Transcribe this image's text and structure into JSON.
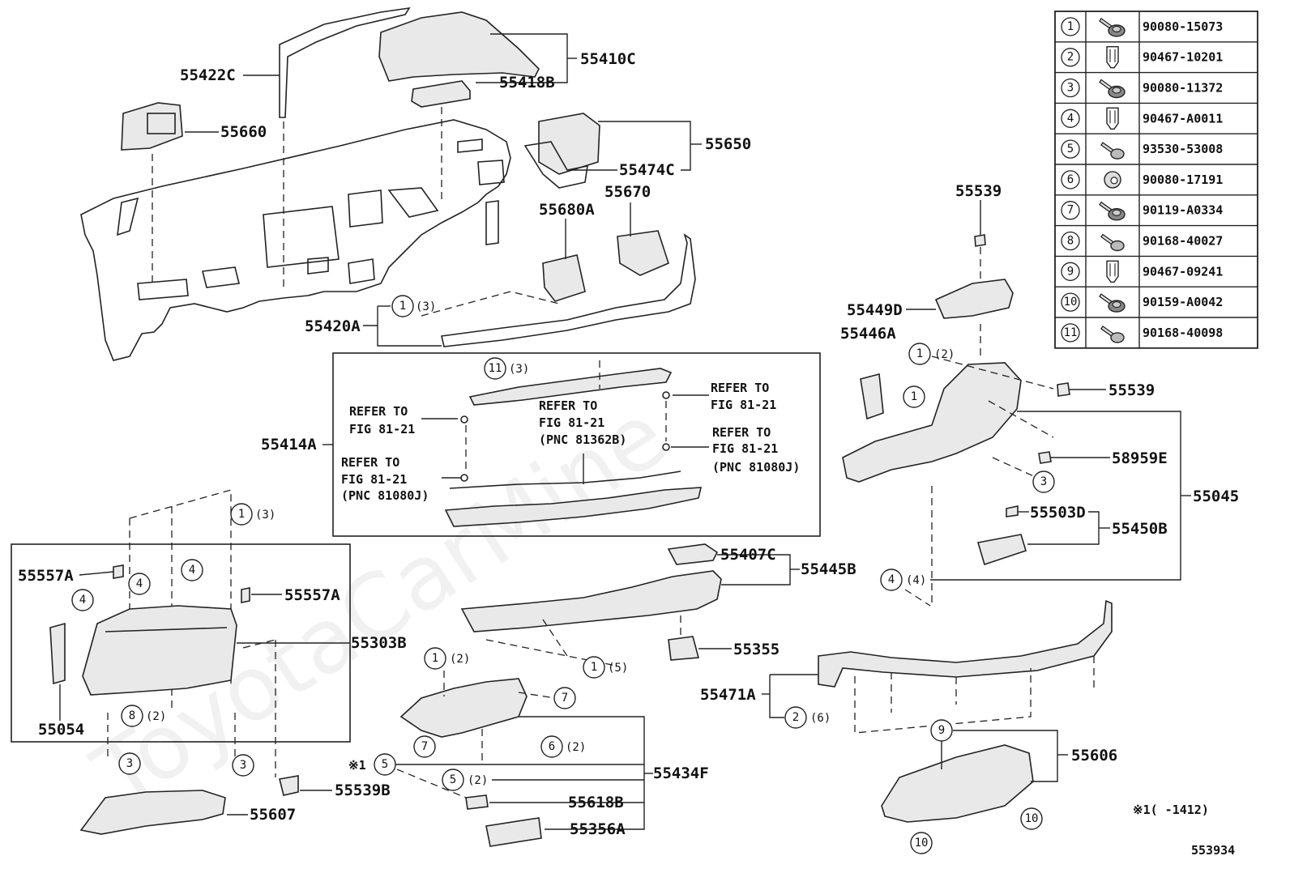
{
  "labels": {
    "p55422C": "55422C",
    "p55410C": "55410C",
    "p55418B": "55418B",
    "p55660": "55660",
    "p55650": "55650",
    "p55474C": "55474C",
    "p55670": "55670",
    "p55680A": "55680A",
    "p55420A": "55420A",
    "p55414A": "55414A",
    "p55539_top": "55539",
    "p55449D": "55449D",
    "p55446A": "55446A",
    "p55539_mid": "55539",
    "p58959E": "58959E",
    "p55045": "55045",
    "p55503D": "55503D",
    "p55450B": "55450B",
    "p55407C": "55407C",
    "p55445B": "55445B",
    "p55557A_left": "55557A",
    "p55557A_right": "55557A",
    "p55303B": "55303B",
    "p55054": "55054",
    "p55355": "55355",
    "p55471A": "55471A",
    "p55606": "55606",
    "p55434F": "55434F",
    "p55539B": "55539B",
    "p55607": "55607",
    "p55618B": "55618B",
    "p55356A": "55356A"
  },
  "refs": {
    "r1_l1": "REFER TO",
    "r1_l2": "FIG 81-21",
    "r2_l1": "REFER TO",
    "r2_l2": "FIG 81-21",
    "r2_l3": "(PNC 81080J)",
    "r3_l1": "REFER TO",
    "r3_l2": "FIG 81-21",
    "r3_l3": "(PNC 81362B)",
    "r4_l1": "REFER TO",
    "r4_l2": "FIG 81-21",
    "r5_l1": "REFER TO",
    "r5_l2": "FIG 81-21",
    "r5_l3": "(PNC 81080J)"
  },
  "callouts": {
    "c_420": {
      "n": "1",
      "q": "(3)"
    },
    "c_414": {
      "n": "11",
      "q": "(3)"
    },
    "c_glove_top": {
      "n": "1",
      "q": "(3)"
    },
    "c_g4a": {
      "n": "4",
      "q": ""
    },
    "c_g4b": {
      "n": "4",
      "q": ""
    },
    "c_g4c": {
      "n": "4",
      "q": ""
    },
    "c_g8": {
      "n": "8",
      "q": "(2)"
    },
    "c_g3a": {
      "n": "3",
      "q": ""
    },
    "c_g3b": {
      "n": "3",
      "q": ""
    },
    "c_r1a": {
      "n": "1",
      "q": "(2)"
    },
    "c_r1b": {
      "n": "1",
      "q": ""
    },
    "c_r3": {
      "n": "3",
      "q": ""
    },
    "c_r4": {
      "n": "4",
      "q": "(4)"
    },
    "c_c1": {
      "n": "1",
      "q": "(5)"
    },
    "c_b1": {
      "n": "1",
      "q": "(2)"
    },
    "c_b7a": {
      "n": "7",
      "q": ""
    },
    "c_b7b": {
      "n": "7",
      "q": ""
    },
    "c_b6": {
      "n": "6",
      "q": "(2)"
    },
    "c_b5a": {
      "n": "5",
      "q": ""
    },
    "c_b5b": {
      "n": "5",
      "q": "(2)"
    },
    "c_s2": {
      "n": "2",
      "q": "(6)"
    },
    "c_u9": {
      "n": "9",
      "q": ""
    },
    "c_u10a": {
      "n": "10",
      "q": ""
    },
    "c_u10b": {
      "n": "10",
      "q": ""
    }
  },
  "note_mark": "※1",
  "note_text": "※1(    -1412)",
  "diagram_id": "553934",
  "watermark": "ToyotaCarMine",
  "fastener_table": [
    {
      "n": "1",
      "part": "90080-15073",
      "icon": "bolt-washer-icon"
    },
    {
      "n": "2",
      "part": "90467-10201",
      "icon": "clip-icon"
    },
    {
      "n": "3",
      "part": "90080-11372",
      "icon": "bolt-washer-icon"
    },
    {
      "n": "4",
      "part": "90467-A0011",
      "icon": "clip-icon"
    },
    {
      "n": "5",
      "part": "93530-53008",
      "icon": "screw-icon"
    },
    {
      "n": "6",
      "part": "90080-17191",
      "icon": "nut-icon"
    },
    {
      "n": "7",
      "part": "90119-A0334",
      "icon": "bolt-washer-icon"
    },
    {
      "n": "8",
      "part": "90168-40027",
      "icon": "screw-icon"
    },
    {
      "n": "9",
      "part": "90467-09241",
      "icon": "clip-icon"
    },
    {
      "n": "10",
      "part": "90159-A0042",
      "icon": "bolt-washer-icon"
    },
    {
      "n": "11",
      "part": "90168-40098",
      "icon": "screw-icon"
    }
  ]
}
